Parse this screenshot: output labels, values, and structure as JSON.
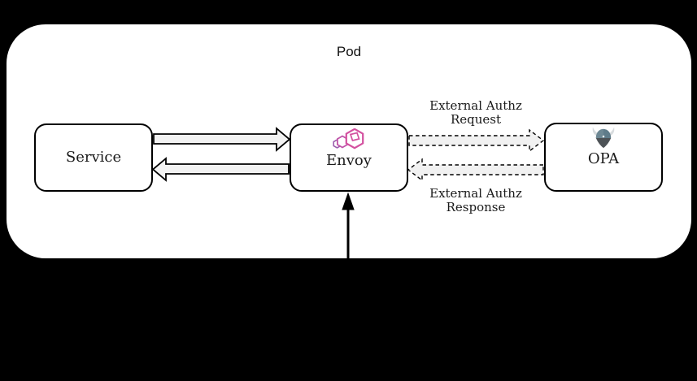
{
  "pod": {
    "label": "Pod"
  },
  "nodes": {
    "service": {
      "label": "Service"
    },
    "envoy": {
      "label": "Envoy"
    },
    "opa": {
      "label": "OPA"
    }
  },
  "labels": {
    "request": {
      "line1": "External Authz",
      "line2": "Request"
    },
    "response": {
      "line1": "External Authz",
      "line2": "Response"
    }
  },
  "edges": [
    {
      "from": "Service",
      "to": "Envoy",
      "style": "solid-block-arrow"
    },
    {
      "from": "Envoy",
      "to": "Service",
      "style": "solid-block-arrow"
    },
    {
      "from": "Envoy",
      "to": "OPA",
      "style": "dashed-block-arrow",
      "label": "External Authz Request"
    },
    {
      "from": "OPA",
      "to": "Envoy",
      "style": "dashed-block-arrow",
      "label": "External Authz Response"
    },
    {
      "from": "outside-bottom",
      "to": "Envoy",
      "style": "solid-line-arrow"
    }
  ],
  "icons": {
    "envoy": "envoy-hexagon-logo",
    "opa": "opa-viking-helmet-logo"
  },
  "colors": {
    "background": "#000000",
    "pod_fill": "#ffffff",
    "box_border": "#000000",
    "arrow_fill": "#f2f2f2",
    "envoy_pink": "#d3509f",
    "envoy_purple": "#9c5fae",
    "opa_slate": "#5f7c8a",
    "opa_dark": "#4d5256",
    "opa_horn": "#d8dcde"
  }
}
